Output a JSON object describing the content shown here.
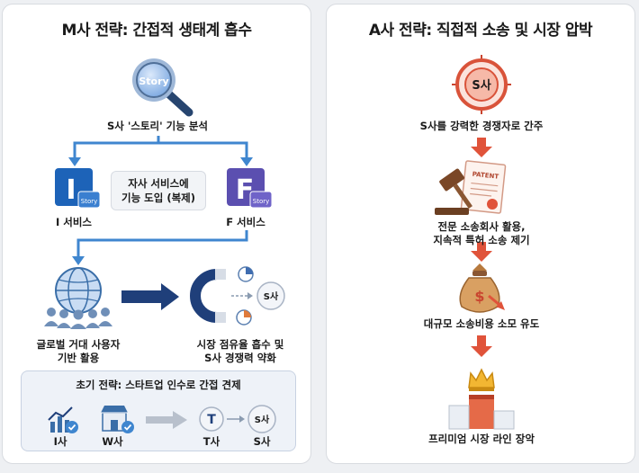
{
  "left": {
    "title": "M사 전략: 간접적 생태계 흡수",
    "magnifier_text": "Story",
    "analysis_label": "S사 '스토리' 기능 분석",
    "i_service": {
      "letter": "I",
      "badge": "Story",
      "label": "I 서비스"
    },
    "f_service": {
      "letter": "F",
      "badge": "Story",
      "label": "F 서비스"
    },
    "duplicate_box": {
      "line1": "자사 서비스에",
      "line2": "기능 도입 (복제)"
    },
    "global_label": {
      "line1": "글로벌 거대 사용자",
      "line2": "기반 활용"
    },
    "magnet_target": "S사",
    "share_label": {
      "line1": "시장 점유율 흡수 및",
      "line2": "S사 경쟁력 약화"
    },
    "early": {
      "title": "초기 전략: 스타트업 인수로 간접 견제",
      "i_label": "I사",
      "w_label": "W사",
      "t_letter": "T",
      "t_label": "T사",
      "s_circle": "S사",
      "s_label": "S사"
    }
  },
  "right": {
    "title": "A사 전략: 직접적 소송 및 시장 압박",
    "target_text": "S사",
    "competitor_label": "S사를 강력한 경쟁자로 간주",
    "patent_text": "PATENT",
    "lawsuit_label": {
      "line1": "전문 소송회사 활용,",
      "line2": "지속적 특허 소송 제기"
    },
    "cost_label": "대규모 소송비용 소모 유도",
    "premium_label": "프리미엄 시장 라인 장악"
  },
  "colors": {
    "blue_arrow": "#3f86cf",
    "navy_arrow": "#1f3f7a",
    "red_arrow": "#e0533a",
    "i_icon": "#1d63b8",
    "f_icon": "#5b4fb0"
  },
  "icons": [
    "magnifier-icon",
    "globe-users-icon",
    "magnet-icon",
    "target-icon",
    "gavel-patent-icon",
    "money-bag-icon",
    "podium-crown-icon",
    "growth-chart-icon",
    "shop-icon"
  ]
}
